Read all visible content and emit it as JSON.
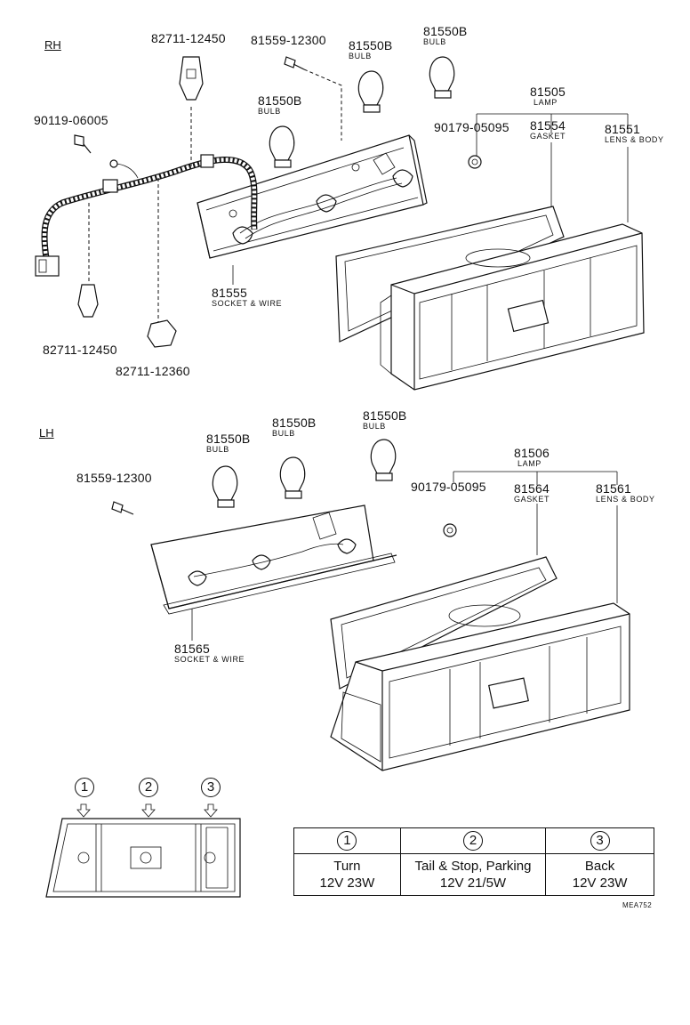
{
  "sections": {
    "rh": "RH",
    "lh": "LH"
  },
  "rh_parts": {
    "p1": {
      "number": "82711-12450",
      "desc": ""
    },
    "p2": {
      "number": "81559-12300",
      "desc": ""
    },
    "p3": {
      "number": "81550B",
      "desc": "BULB"
    },
    "p4": {
      "number": "81550B",
      "desc": "BULB"
    },
    "p5": {
      "number": "90119-06005",
      "desc": ""
    },
    "p6": {
      "number": "81550B",
      "desc": "BULB"
    },
    "p7": {
      "number": "81505",
      "desc": "LAMP"
    },
    "p8": {
      "number": "90179-05095",
      "desc": ""
    },
    "p9": {
      "number": "81554",
      "desc": "GASKET"
    },
    "p10": {
      "number": "81551",
      "desc": "LENS & BODY"
    },
    "p11": {
      "number": "81555",
      "desc": "SOCKET & WIRE"
    },
    "p12": {
      "number": "82711-12450",
      "desc": ""
    },
    "p13": {
      "number": "82711-12360",
      "desc": ""
    }
  },
  "lh_parts": {
    "p1": {
      "number": "81550B",
      "desc": "BULB"
    },
    "p2": {
      "number": "81550B",
      "desc": "BULB"
    },
    "p3": {
      "number": "81550B",
      "desc": "BULB"
    },
    "p4": {
      "number": "81559-12300",
      "desc": ""
    },
    "p5": {
      "number": "81506",
      "desc": "LAMP"
    },
    "p6": {
      "number": "90179-05095",
      "desc": ""
    },
    "p7": {
      "number": "81564",
      "desc": "GASKET"
    },
    "p8": {
      "number": "81561",
      "desc": "LENS & BODY"
    },
    "p9": {
      "number": "81565",
      "desc": "SOCKET & WIRE"
    }
  },
  "legend": {
    "markers": [
      "1",
      "2",
      "3"
    ],
    "table": [
      {
        "num": "1",
        "line1": "Turn",
        "line2": "12V 23W"
      },
      {
        "num": "2",
        "line1": "Tail & Stop, Parking",
        "line2": "12V 21/5W"
      },
      {
        "num": "3",
        "line1": "Back",
        "line2": "12V 23W"
      }
    ]
  },
  "diagram_code": "MEA752"
}
